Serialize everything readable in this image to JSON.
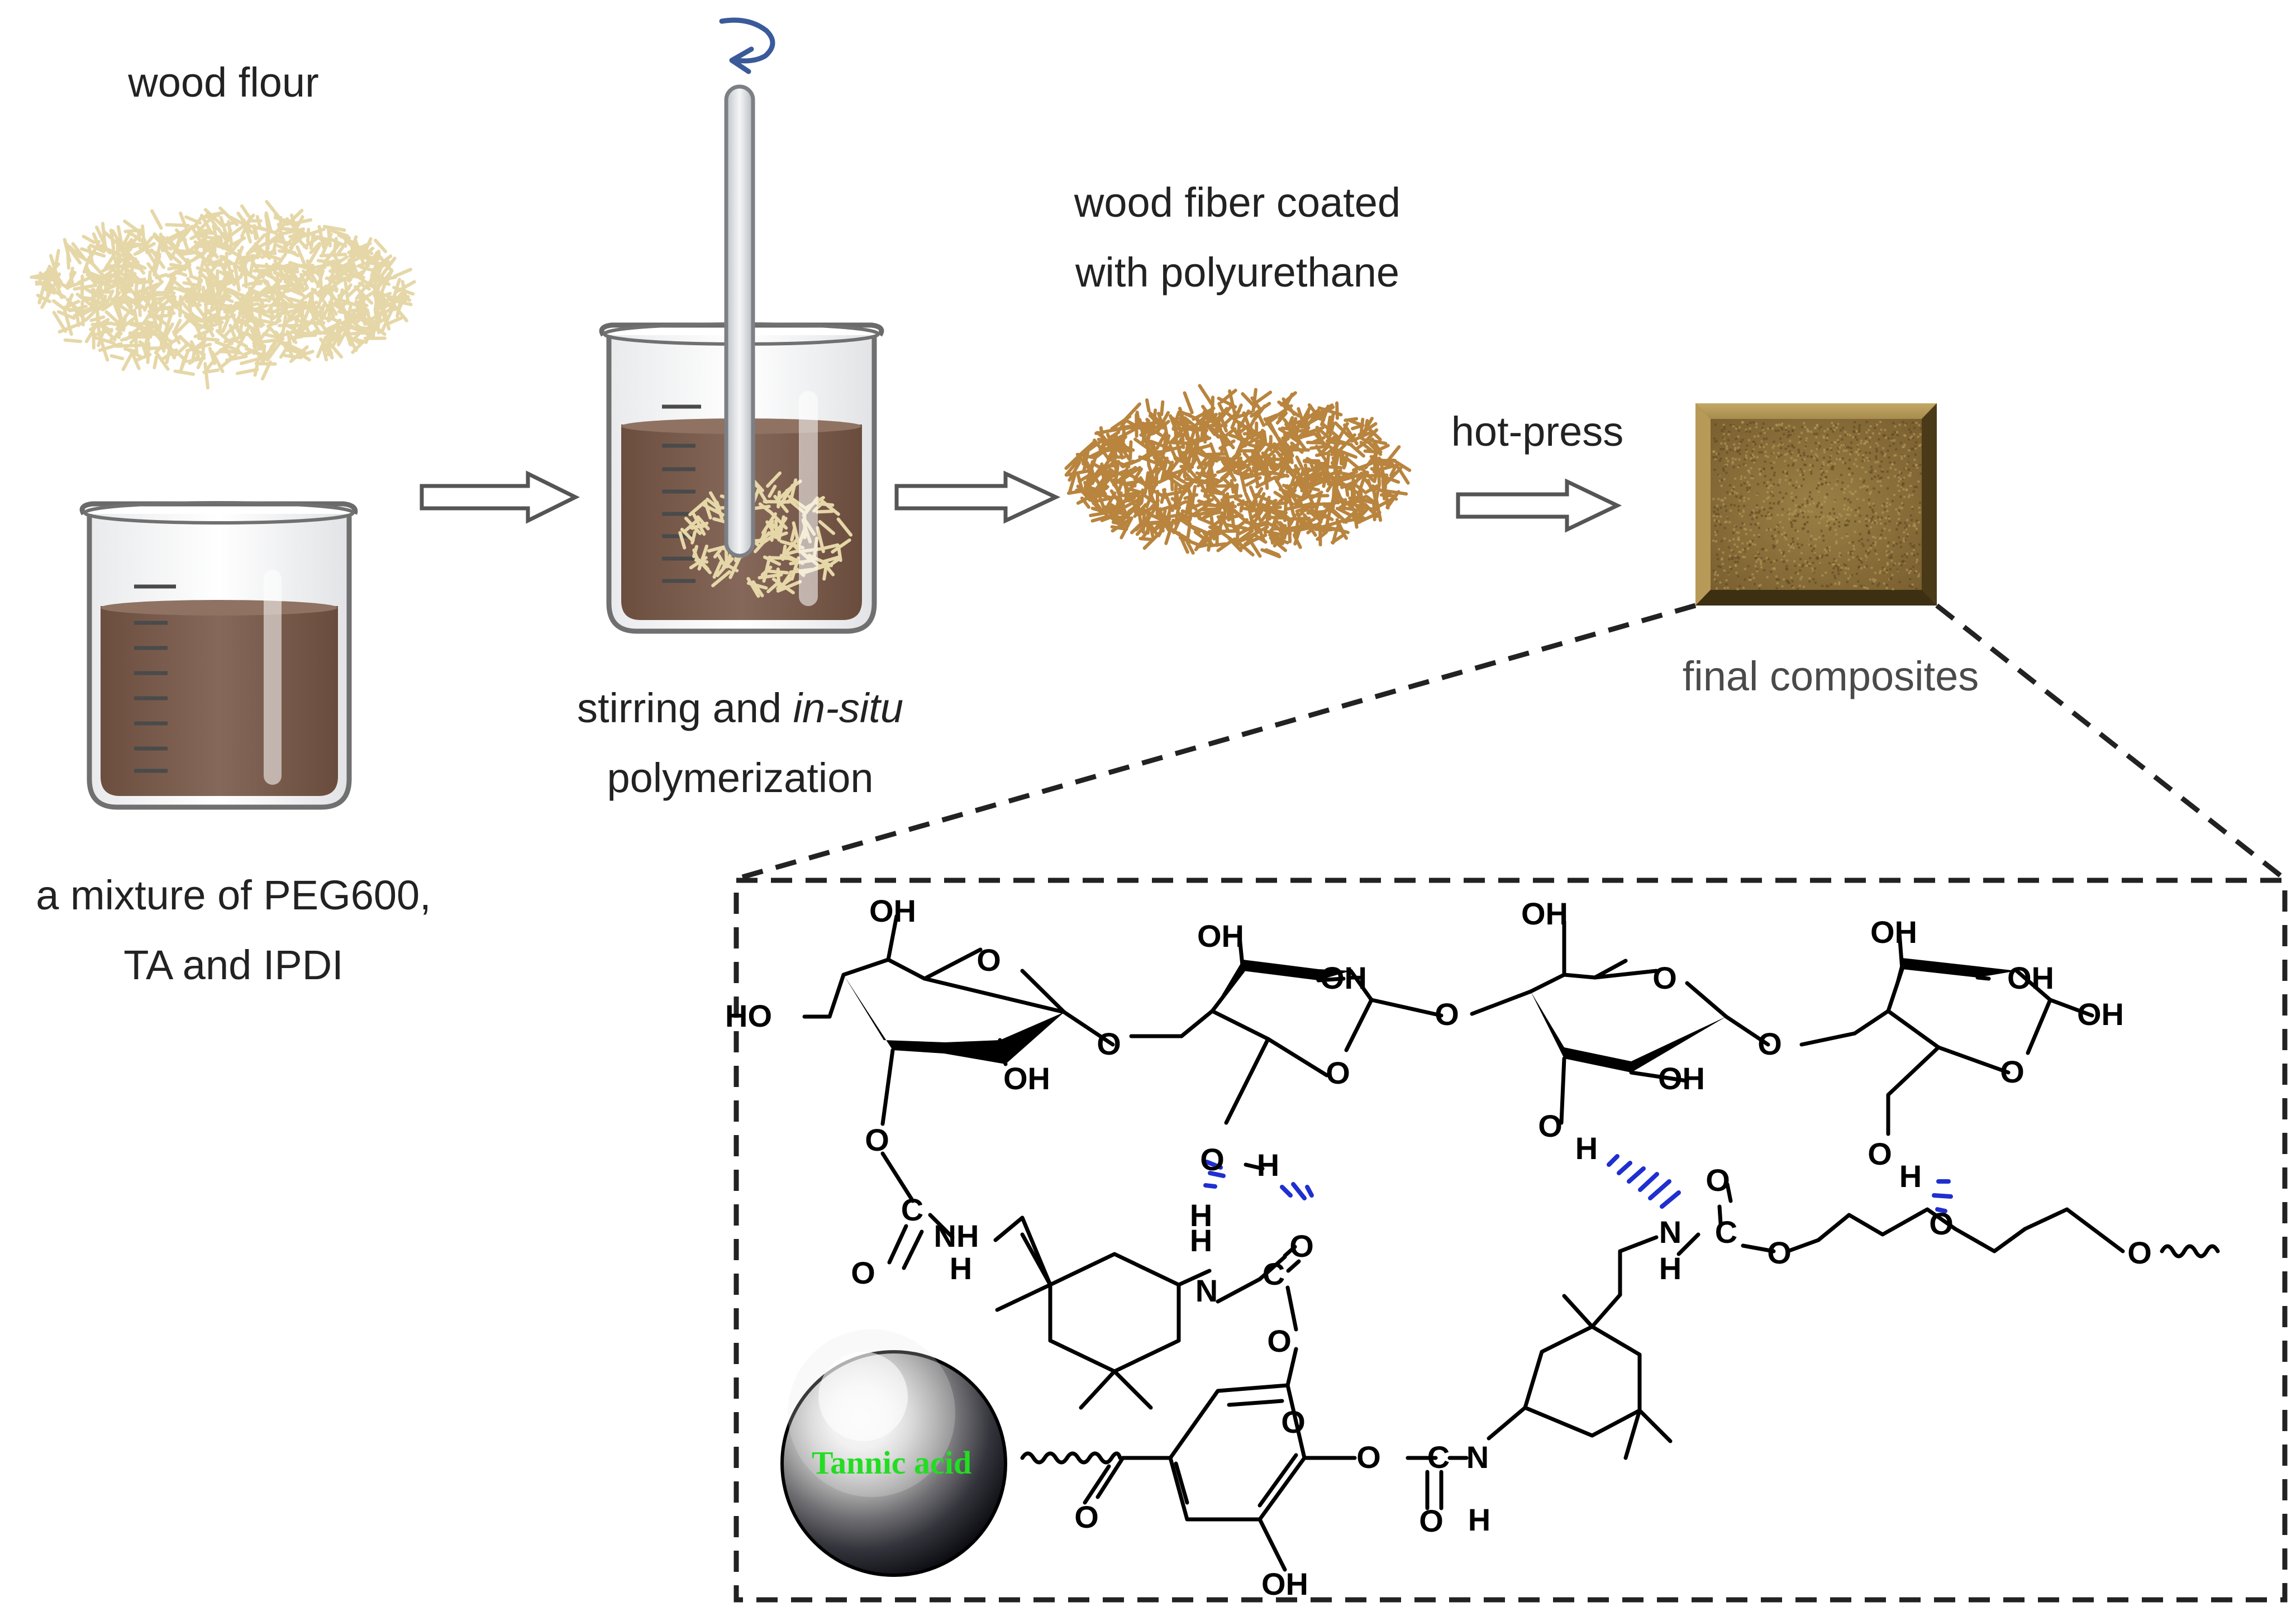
{
  "labels": {
    "wood_flour": "wood flour",
    "mixture_line1": "a mixture of PEG600,",
    "mixture_line2": "TA and IPDI",
    "stirring_line1a": "stirring and ",
    "stirring_line1b": "in-situ",
    "stirring_line2": "polymerization",
    "coated_line1": "wood fiber coated",
    "coated_line2": "with polyurethane",
    "hot_press": "hot-press",
    "final": "final composites"
  },
  "chem": {
    "OH": "OH",
    "HO": "HO",
    "O": "O",
    "C": "C",
    "N": "N",
    "NH": "NH",
    "H": "H",
    "tannic": "Tannic acid"
  },
  "colors": {
    "liquid": "#7a5a48",
    "fiber_light": "#e6d7a8",
    "fiber_coated": "#b8843e",
    "composite": "#8a7038",
    "hbond": "#1f2fd0",
    "tannic_text": "#22dd22",
    "stir_arrow": "#3a5a9a"
  }
}
